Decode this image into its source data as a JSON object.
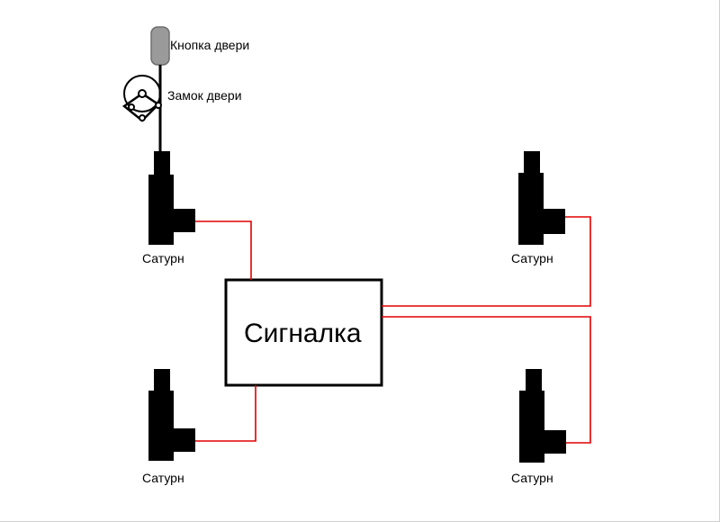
{
  "labels": {
    "button": "Кнопка двери",
    "lock": "Замок двери",
    "alarm": "Сигналка",
    "actuator_top_left": "Сатурн",
    "actuator_bottom_left": "Сатурн",
    "actuator_top_right": "Сатурн",
    "actuator_bottom_right": "Сатурн"
  },
  "colors": {
    "wire": "#e00000",
    "actuator": "#000000",
    "button": "#9a9a9a"
  }
}
